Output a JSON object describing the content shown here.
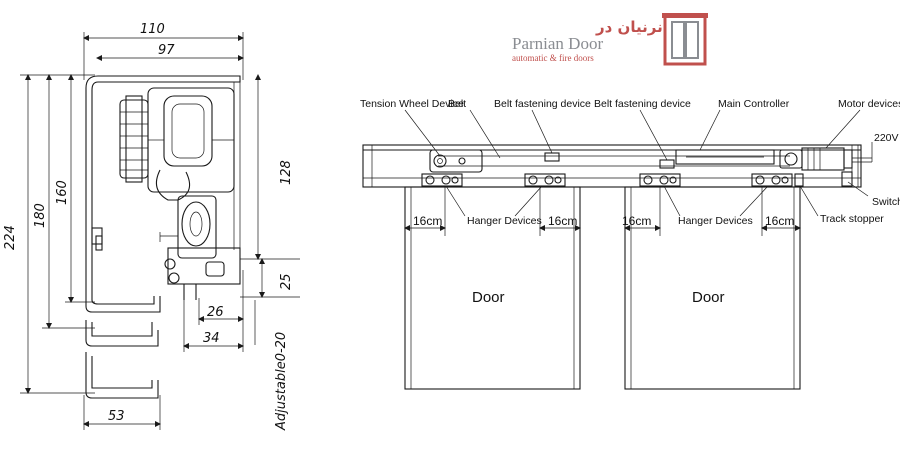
{
  "logo": {
    "name": "Parnian Door",
    "tagline": "automatic & fire doors",
    "script_text": "نرنیان در",
    "accent_color": "#c0504d",
    "gray_color": "#8a8d92"
  },
  "section_view": {
    "dimensions": {
      "top_width": "110",
      "inner_width": "97",
      "left_outer_height": "224",
      "left_mid_height": "180",
      "left_inner_height": "160",
      "right_height": "128",
      "right_small": "25",
      "bottom_inner": "26",
      "bottom_outer": "34",
      "base_width": "53",
      "adjustable": "Adjustable0-20"
    }
  },
  "front_view": {
    "labels": {
      "tension_wheel": "Tension Wheel Device",
      "belt": "Belt",
      "belt_fastening_1": "Belt fastening device",
      "belt_fastening_2": "Belt fastening device",
      "main_controller": "Main Controller",
      "motor_devices": "Motor devices",
      "voltage": "220V",
      "switch": "Switch",
      "track_stopper": "Track stopper",
      "hanger_1": "Hanger Devices",
      "hanger_2": "Hanger Devices"
    },
    "spacing": [
      "16cm",
      "16cm",
      "16cm",
      "16cm"
    ],
    "doors": [
      "Door",
      "Door"
    ]
  }
}
